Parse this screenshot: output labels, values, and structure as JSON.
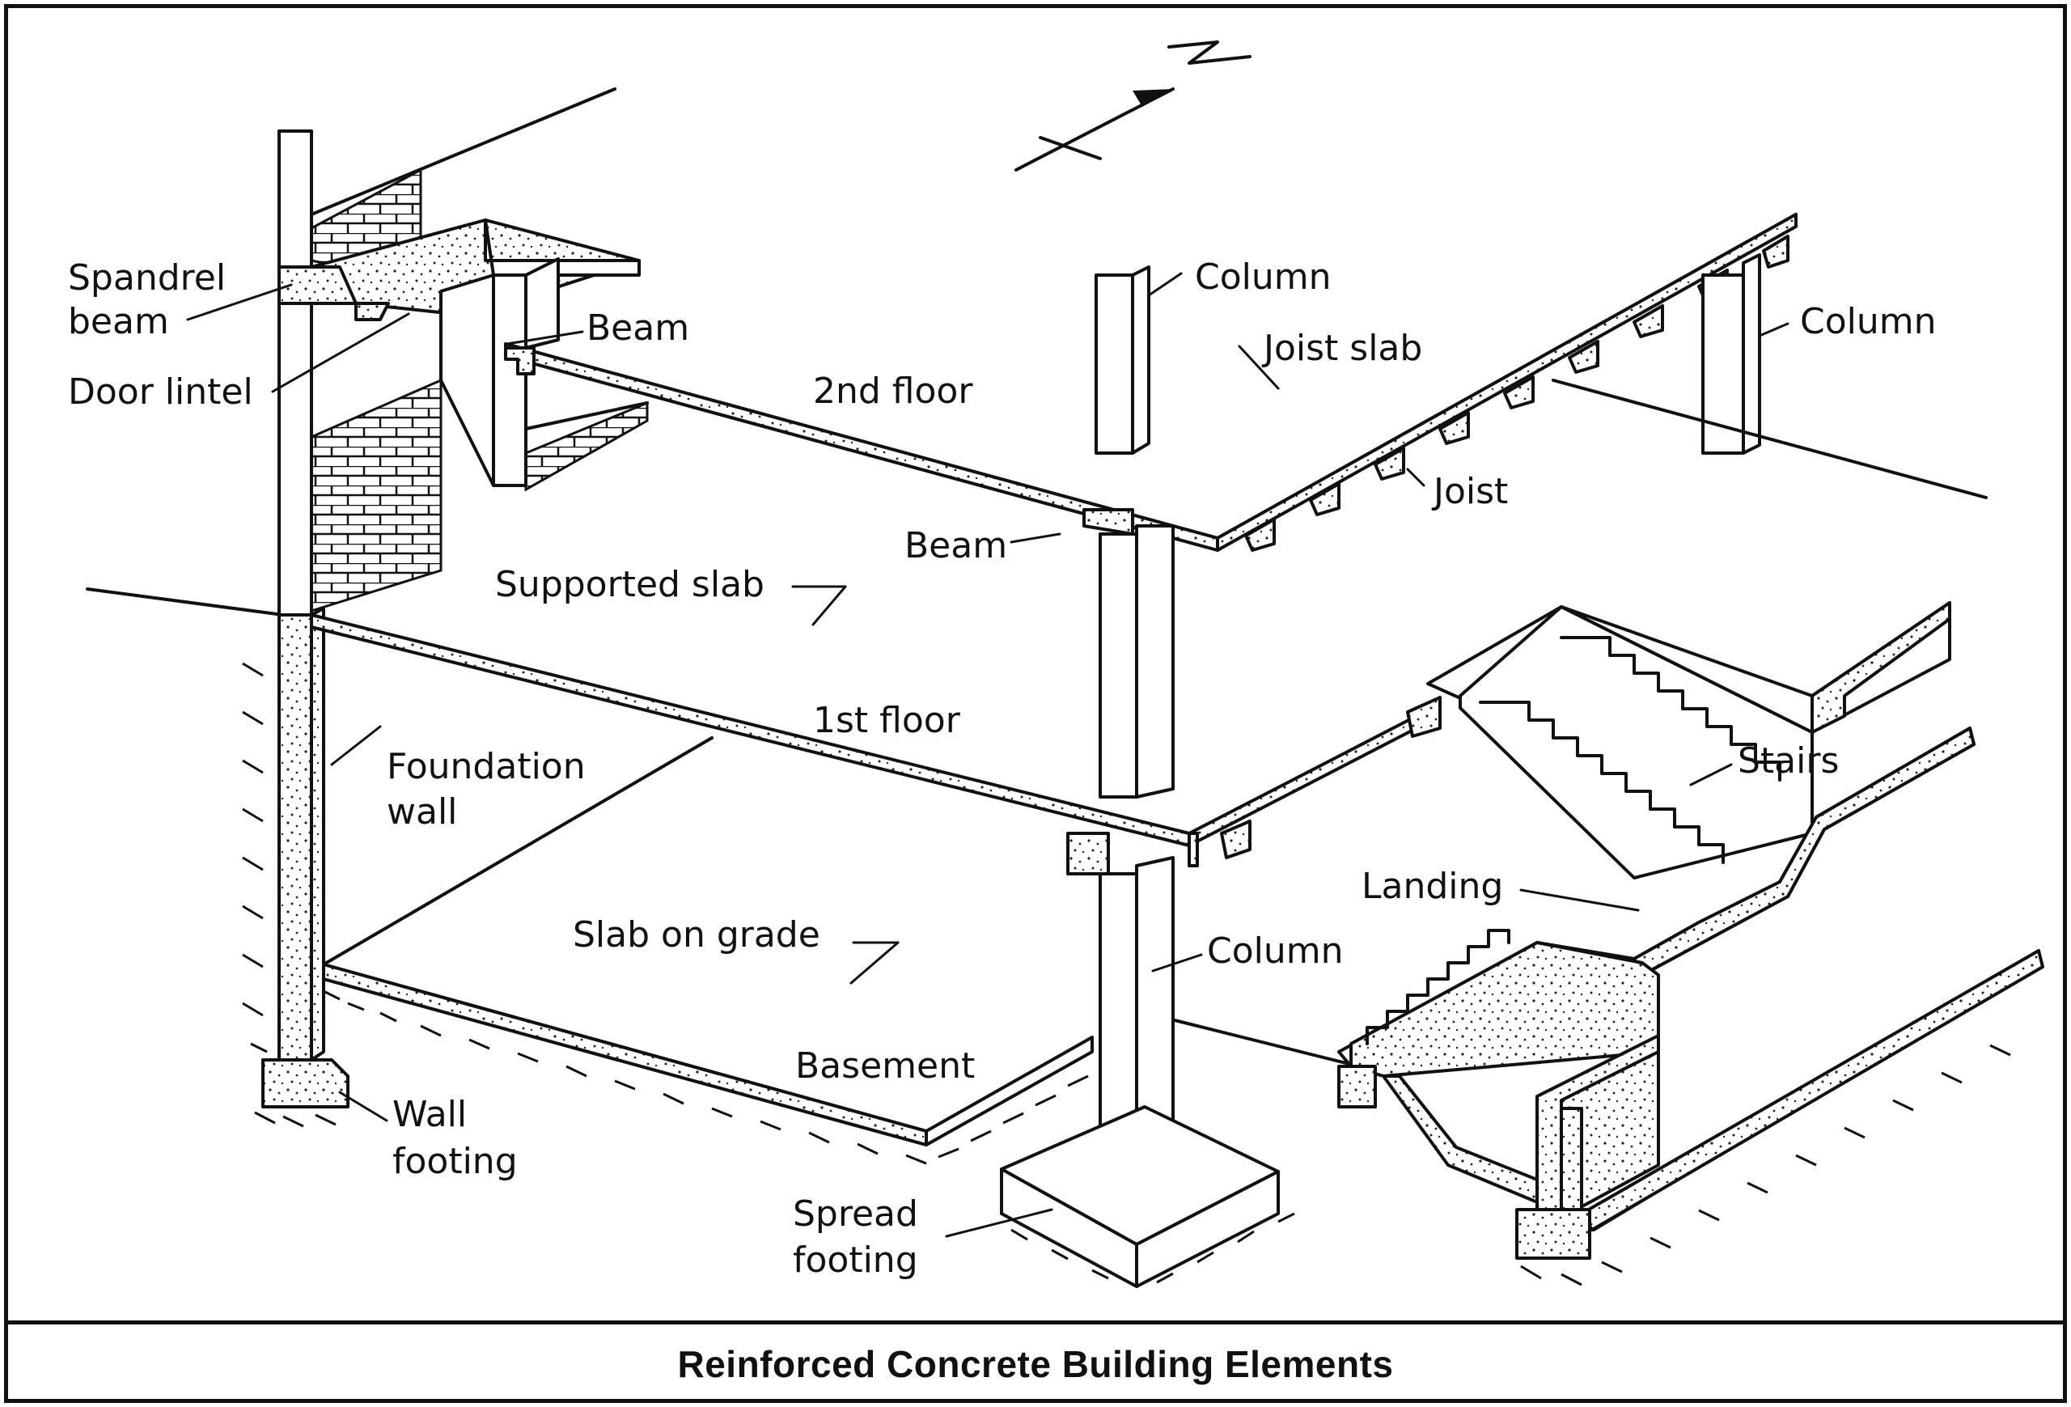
{
  "caption": "Reinforced Concrete Building Elements",
  "compass": {
    "label": "N",
    "icon": "north-arrow-icon"
  },
  "labels": {
    "spandrel_beam_1": "Spandrel",
    "spandrel_beam_2": "beam",
    "door_lintel": "Door lintel",
    "beam_upper": "Beam",
    "second_floor": "2nd floor",
    "column_top_center": "Column",
    "joist_slab": "Joist slab",
    "column_top_right": "Column",
    "joist": "Joist",
    "beam_lower": "Beam",
    "supported_slab": "Supported slab",
    "first_floor": "1st floor",
    "foundation_wall_1": "Foundation",
    "foundation_wall_2": "wall",
    "stairs": "Stairs",
    "landing": "Landing",
    "slab_on_grade": "Slab on grade",
    "column_bottom": "Column",
    "basement": "Basement",
    "wall_footing_1": "Wall",
    "wall_footing_2": "footing",
    "spread_footing_1": "Spread",
    "spread_footing_2": "footing"
  }
}
